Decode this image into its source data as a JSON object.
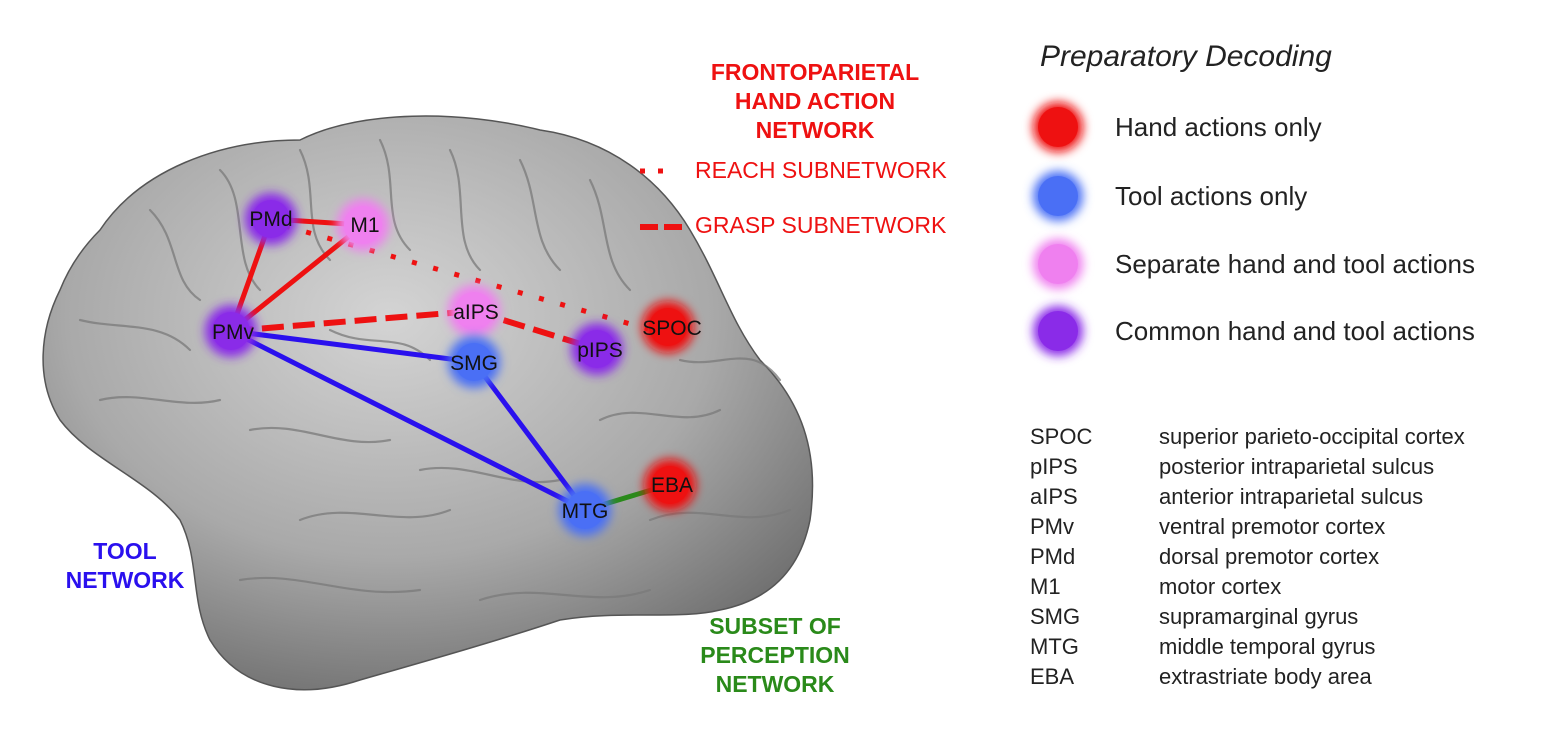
{
  "networks": {
    "frontoparietal": [
      "FRONTOPARIETAL",
      "HAND ACTION",
      "NETWORK"
    ],
    "reach": "REACH SUBNETWORK",
    "grasp": "GRASP SUBNETWORK",
    "tool": [
      "TOOL",
      "NETWORK"
    ],
    "perception": [
      "SUBSET OF",
      "PERCEPTION",
      "NETWORK"
    ]
  },
  "legend": {
    "title": "Preparatory Decoding",
    "items": [
      {
        "label": "Hand actions only",
        "color": "#ee1111"
      },
      {
        "label": "Tool actions only",
        "color": "#4a6ff5"
      },
      {
        "label": "Separate hand and tool actions",
        "color": "#ef80ef"
      },
      {
        "label": "Common hand and tool actions",
        "color": "#8a2be8"
      }
    ]
  },
  "abbreviations": [
    {
      "abbr": "SPOC",
      "full": "superior parieto-occipital cortex"
    },
    {
      "abbr": "pIPS",
      "full": "posterior intraparietal sulcus"
    },
    {
      "abbr": "aIPS",
      "full": "anterior intraparietal sulcus"
    },
    {
      "abbr": "PMv",
      "full": "ventral premotor cortex"
    },
    {
      "abbr": "PMd",
      "full": "dorsal premotor cortex"
    },
    {
      "abbr": "M1",
      "full": "motor cortex"
    },
    {
      "abbr": "SMG",
      "full": "supramarginal gyrus"
    },
    {
      "abbr": "MTG",
      "full": "middle temporal gyrus"
    },
    {
      "abbr": "EBA",
      "full": "extrastriate body area"
    }
  ],
  "nodes": [
    {
      "id": "PMd",
      "label": "PMd",
      "category": "Common hand and tool actions"
    },
    {
      "id": "M1",
      "label": "M1",
      "category": "Separate hand and tool actions"
    },
    {
      "id": "PMv",
      "label": "PMv",
      "category": "Common hand and tool actions"
    },
    {
      "id": "aIPS",
      "label": "aIPS",
      "category": "Separate hand and tool actions"
    },
    {
      "id": "SMG",
      "label": "SMG",
      "category": "Tool actions only"
    },
    {
      "id": "pIPS",
      "label": "pIPS",
      "category": "Common hand and tool actions"
    },
    {
      "id": "SPOC",
      "label": "SPOC",
      "category": "Hand actions only"
    },
    {
      "id": "EBA",
      "label": "EBA",
      "category": "Hand actions only"
    },
    {
      "id": "MTG",
      "label": "MTG",
      "category": "Tool actions only"
    }
  ],
  "edges": [
    {
      "from": "PMd",
      "to": "M1",
      "network": "frontoparietal"
    },
    {
      "from": "PMd",
      "to": "PMv",
      "network": "frontoparietal"
    },
    {
      "from": "M1",
      "to": "PMv",
      "network": "frontoparietal"
    },
    {
      "from": "PMd",
      "to": "SPOC",
      "network": "reach"
    },
    {
      "from": "PMv",
      "to": "aIPS",
      "network": "grasp"
    },
    {
      "from": "aIPS",
      "to": "pIPS",
      "network": "grasp"
    },
    {
      "from": "PMv",
      "to": "SMG",
      "network": "tool"
    },
    {
      "from": "PMv",
      "to": "MTG",
      "network": "tool"
    },
    {
      "from": "SMG",
      "to": "MTG",
      "network": "tool"
    },
    {
      "from": "MTG",
      "to": "EBA",
      "network": "perception"
    }
  ],
  "colors": {
    "frontoparietal": "#ee1111",
    "tool": "#2a10ee",
    "perception": "#2a8a1a"
  }
}
